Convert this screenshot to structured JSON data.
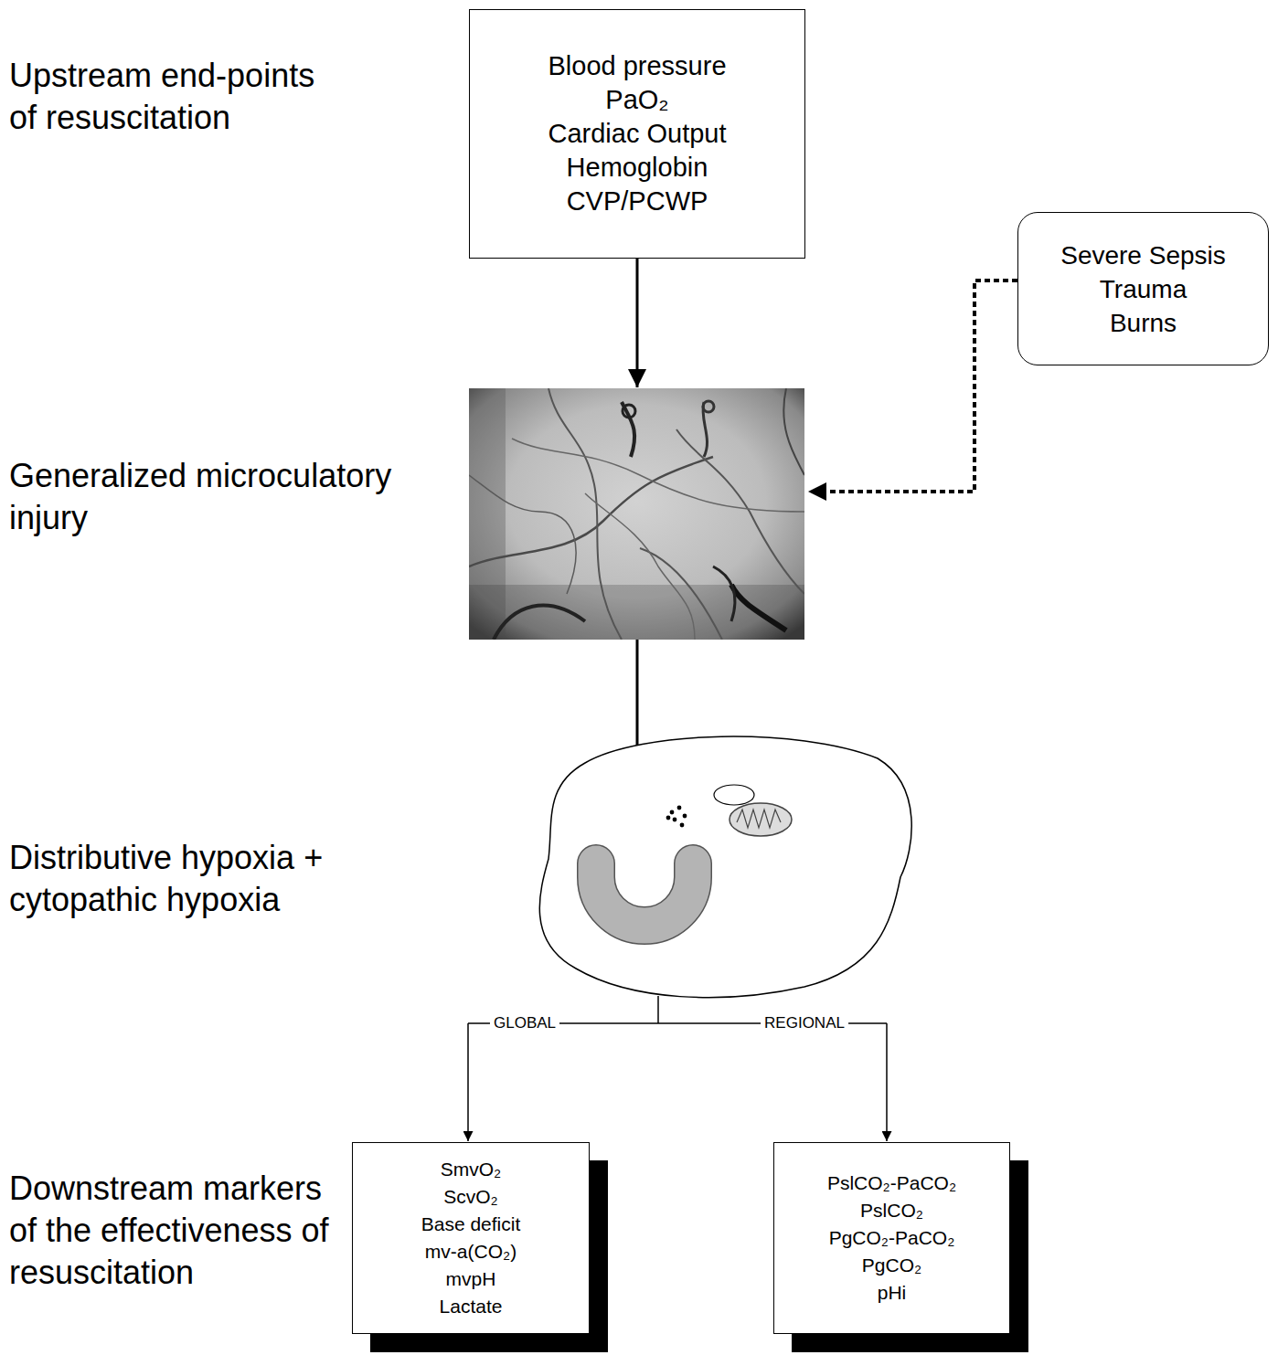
{
  "diagram": {
    "nodes": [
      {
        "text": [
          "Blood pressure",
          "PaO₂",
          "Cardiac Output",
          "Hemoglobin",
          "CVP/PCWP"
        ]
      },
      {
        "text": [
          "Severe Sepsis",
          "Trauma",
          "Burns"
        ]
      },
      {
        "text": [
          "SmvO₂",
          "ScvO₂",
          "Base deficit",
          "mv-a(CO₂)",
          "mvpH",
          "Lactate"
        ]
      },
      {
        "text": [
          "PslCO₂-PaCO₂",
          "PslCO₂",
          "PgCO₂-PaCO₂",
          "PgCO₂",
          "pHi"
        ]
      }
    ],
    "labels": [
      "Upstream end-points of resuscitation",
      "Generalized microculatory injury",
      "Distributive hypoxia + cytopathic hypoxia",
      "Downstream markers of the effectiveness of resuscitation",
      "GLOBAL",
      "REGIONAL"
    ]
  }
}
